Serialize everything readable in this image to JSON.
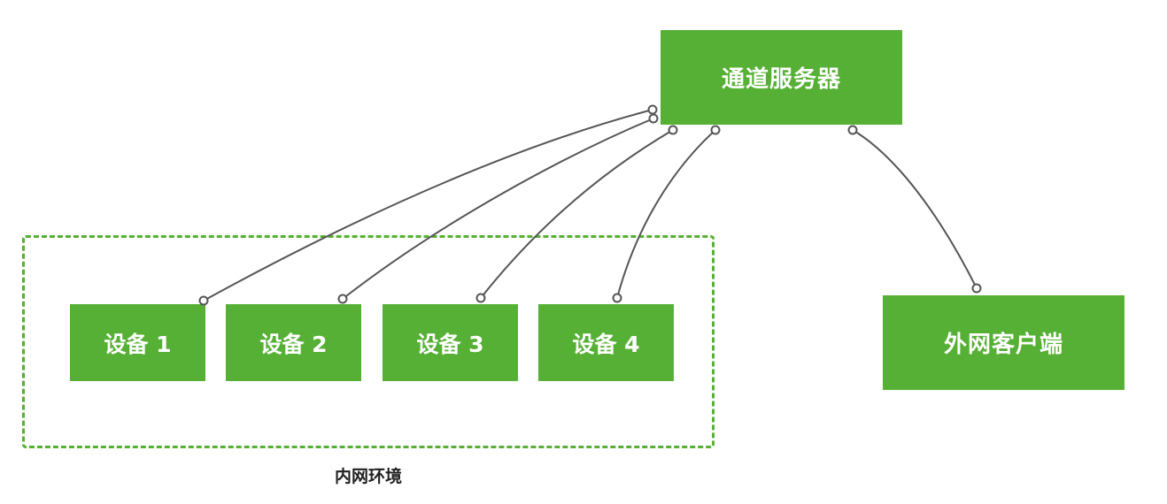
{
  "colors": {
    "box_fill": "#57b036",
    "box_text": "#ffffff",
    "zone_border": "#57b036",
    "connector": "#555555"
  },
  "nodes": {
    "server": "通道服务器",
    "client": "外网客户端",
    "devices": [
      "设备 1",
      "设备 2",
      "设备 3",
      "设备 4"
    ]
  },
  "zone": {
    "label": "内网环境"
  },
  "edges": [
    {
      "from": "设备 1",
      "to": "通道服务器"
    },
    {
      "from": "设备 2",
      "to": "通道服务器"
    },
    {
      "from": "设备 3",
      "to": "通道服务器"
    },
    {
      "from": "设备 4",
      "to": "通道服务器"
    },
    {
      "from": "外网客户端",
      "to": "通道服务器"
    }
  ]
}
